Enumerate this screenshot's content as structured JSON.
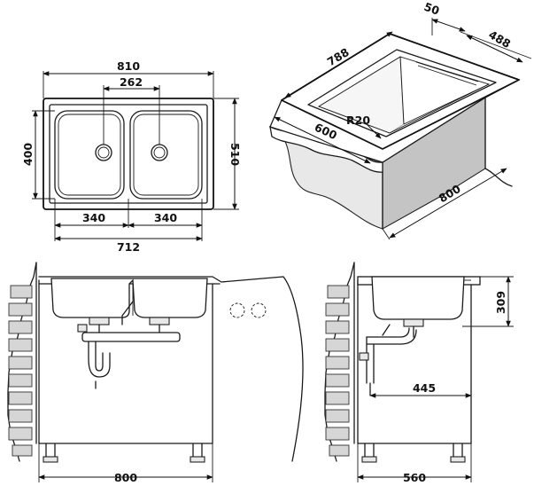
{
  "top_view": {
    "overall_width": "810",
    "bowl_spacing": "262",
    "bowl_height": "400",
    "overall_depth": "510",
    "bowl_width_left": "340",
    "bowl_width_right": "340",
    "inner_width": "712"
  },
  "iso_view": {
    "flange_width": "50",
    "flange_depth": "488",
    "top_length": "788",
    "corner_radius": "R20",
    "cabinet_depth": "600",
    "cabinet_width": "800"
  },
  "front_view": {
    "cabinet_width": "800"
  },
  "side_view": {
    "sink_depth": "309",
    "drain_offset": "445",
    "cabinet_depth": "560"
  }
}
